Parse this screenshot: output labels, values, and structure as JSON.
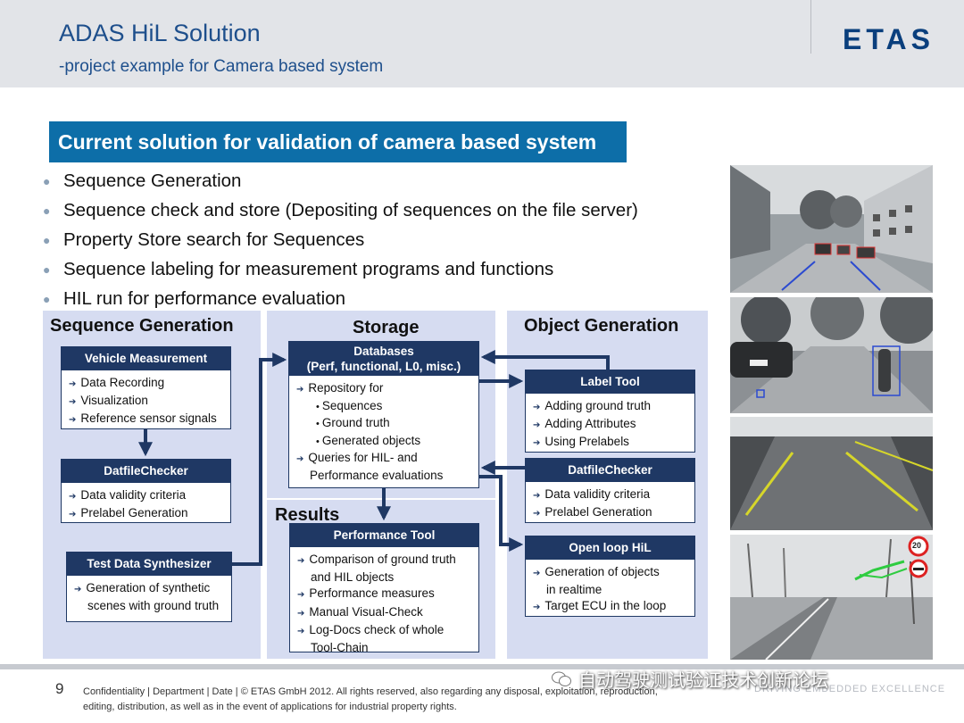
{
  "header": {
    "title": "ADAS HiL Solution",
    "subtitle": "-project example for Camera based system",
    "logo": "ETAS"
  },
  "banner": "Current solution for validation of camera based system",
  "bullets": [
    "Sequence Generation",
    "Sequence check and store (Depositing of sequences on the file server)",
    "Property Store search for Sequences",
    "Sequence labeling for measurement programs and functions",
    "HIL run for performance evaluation"
  ],
  "diagram": {
    "panels": {
      "seq": "Sequence Generation",
      "storage": "Storage",
      "results": "Results",
      "obj": "Object Generation"
    },
    "vehicle": {
      "title": "Vehicle Measurement",
      "items": [
        "Data Recording",
        "Visualization",
        "Reference sensor signals"
      ]
    },
    "dfc_left": {
      "title": "DatfileChecker",
      "items": [
        "Data validity criteria",
        "Prelabel Generation"
      ]
    },
    "synth": {
      "title": "Test Data Synthesizer",
      "line1": "Generation of synthetic",
      "line2": "scenes with ground truth"
    },
    "db": {
      "title1": "Databases",
      "title2": "(Perf, functional, L0, misc.)",
      "repo": "Repository for",
      "subs": [
        "Sequences",
        "Ground truth",
        "Generated objects"
      ],
      "q1": "Queries for HIL- and",
      "q2": "Performance evaluations"
    },
    "perf": {
      "title": "Performance Tool",
      "c1": "Comparison of ground truth",
      "c2": "and HIL objects",
      "items": [
        "Performance measures",
        "Manual Visual-Check"
      ],
      "l1": "Log-Docs check of whole",
      "l2": "Tool-Chain"
    },
    "label": {
      "title": "Label Tool",
      "items": [
        "Adding ground truth",
        "Adding Attributes",
        "Using Prelabels"
      ]
    },
    "dfc_right": {
      "title": "DatfileChecker",
      "items": [
        "Data validity criteria",
        "Prelabel Generation"
      ]
    },
    "openloop": {
      "title": "Open loop HiL",
      "g1": "Generation of objects",
      "g2": "in realtime",
      "t": "Target ECU in the loop"
    }
  },
  "signs": {
    "speed": "20"
  },
  "footer": {
    "page": "9",
    "line1": "Confidentiality | Department | Date | © ETAS GmbH 2012. All rights reserved, also regarding any disposal, exploitation, reproduction,",
    "line2": "editing, distribution, as well as in the event of applications for industrial property rights.",
    "tagline": "DRIVING EMBEDDED EXCELLENCE"
  },
  "watermark": "自动驾驶测试验证技术创新论坛",
  "colors": {
    "accent": "#1e4f8c",
    "banner": "#0d6ea8",
    "box_header": "#1f3864",
    "panel": "#d6dcf1"
  }
}
